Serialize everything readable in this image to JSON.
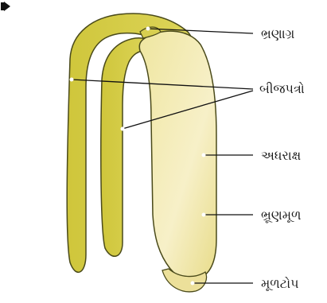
{
  "labels": {
    "plumule": "ભ્રણાગ્ર",
    "cotyledons": "બીજપત્રો",
    "hypocotyl": "અધરાક્ષ",
    "radicle": "ભ્રૂણમૂળ",
    "root_cap": "મૂળટોપ"
  },
  "colors": {
    "cotyledon_fill": "#d8d14a",
    "embryo_axis_fill": "#f3e8a8",
    "outline": "#3a3a1a",
    "pointer": "#111111",
    "label_text": "#1a1a1a"
  }
}
